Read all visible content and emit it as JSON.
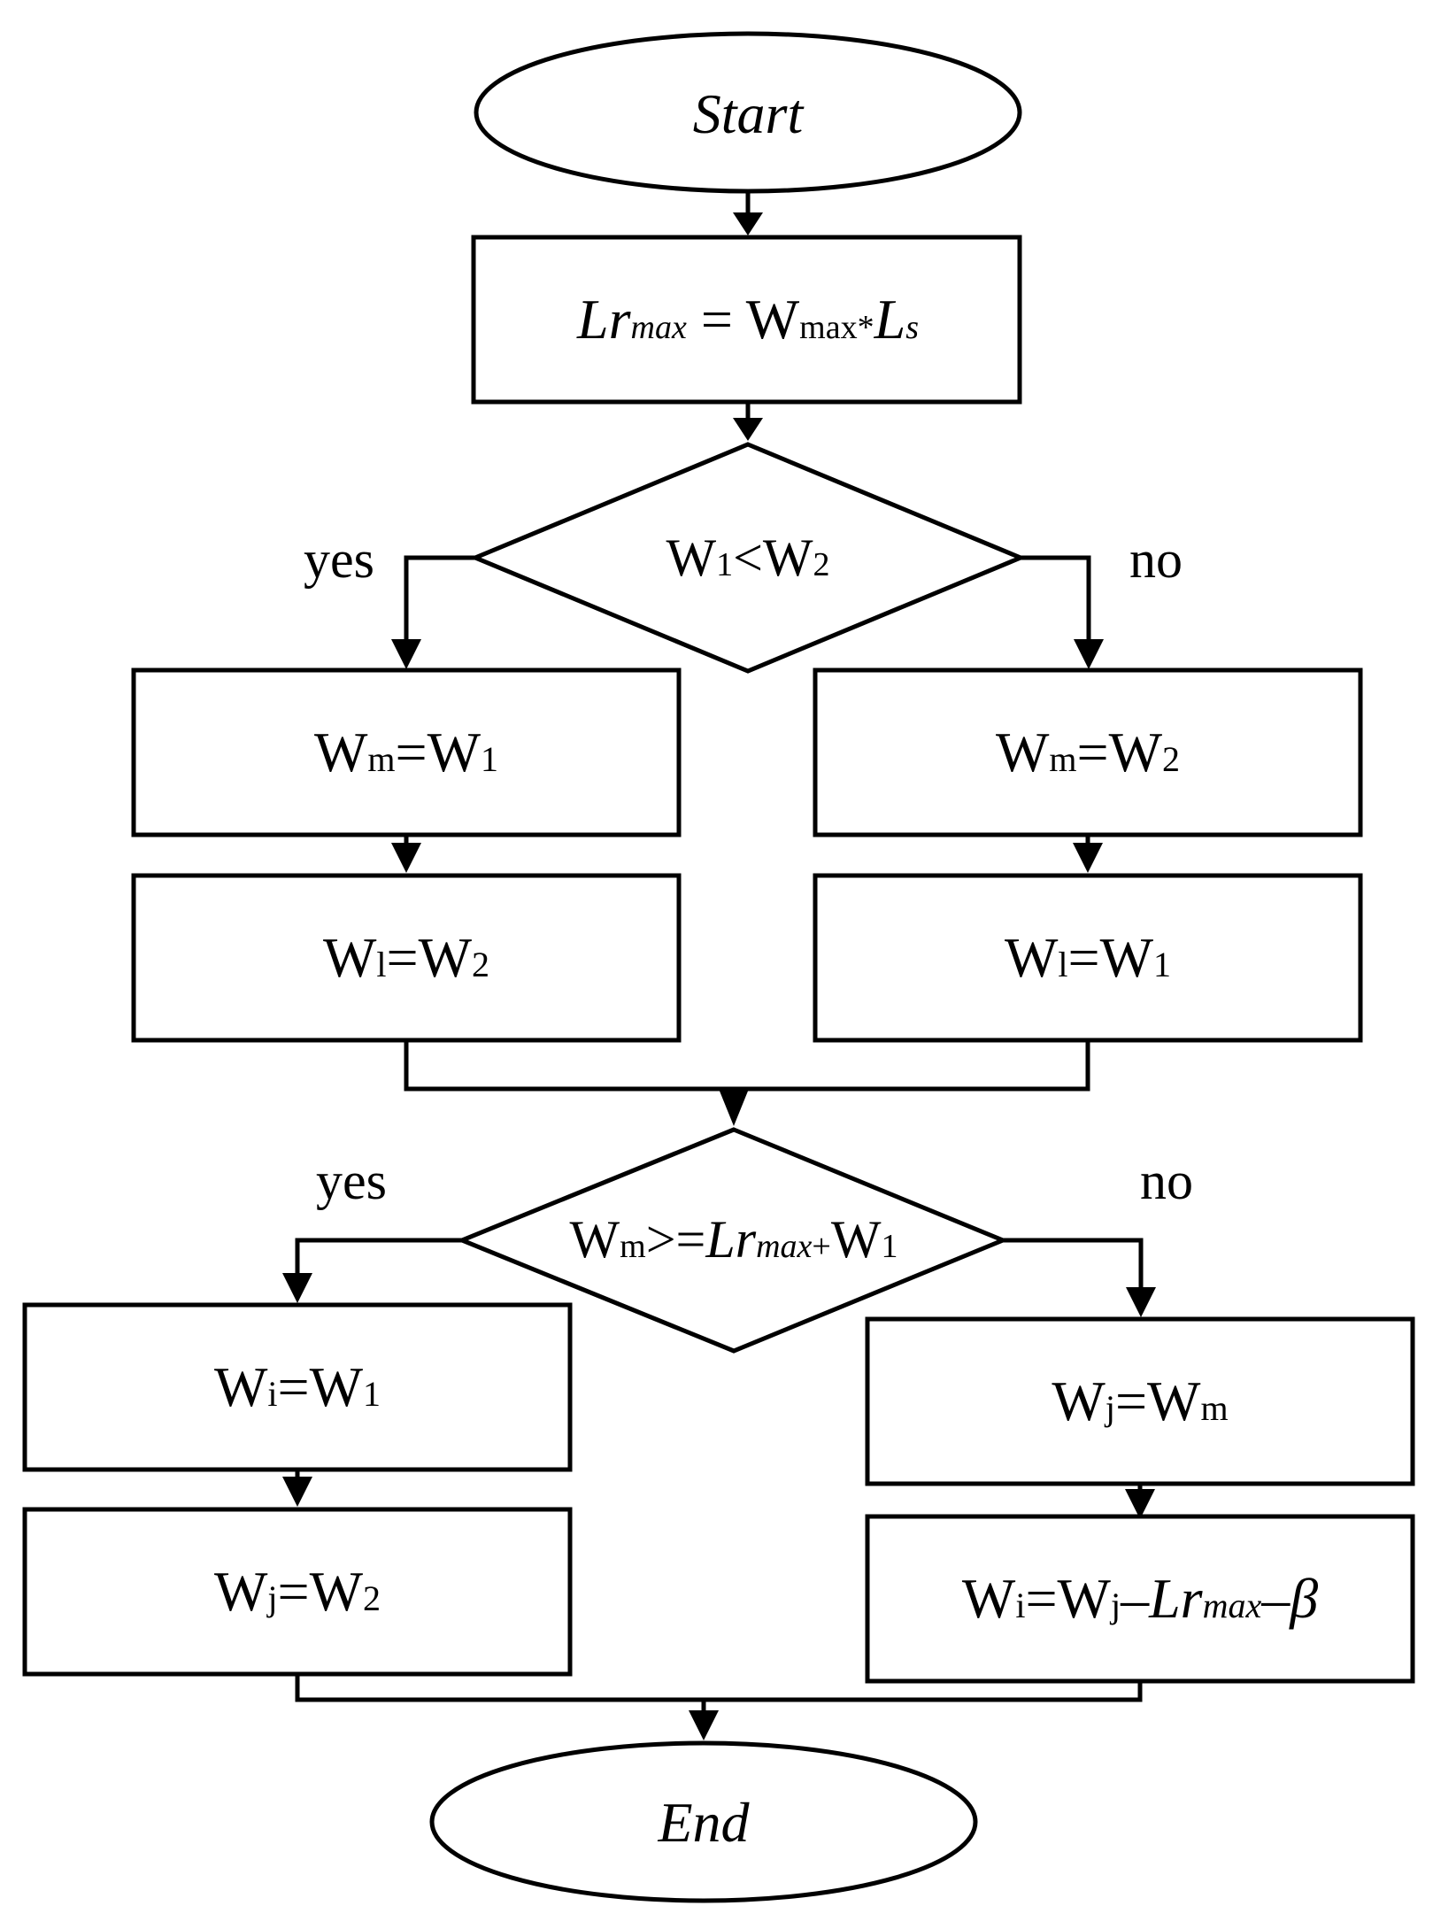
{
  "flowchart": {
    "start": {
      "text": "Start"
    },
    "lr_max": {
      "Lr": "Lr",
      "max": "max",
      "eq": " = W",
      "max2": "max",
      "op": "*",
      "L": "L",
      "s": "s"
    },
    "decision1": {
      "W": "W",
      "s1": "1",
      "lt": "<W",
      "s2": "2"
    },
    "yes1": "yes",
    "no1": "no",
    "box_wm_w1": {
      "W": "W",
      "m": "m",
      "eq": "=W",
      "n": "1"
    },
    "box_wl_w2": {
      "W": "W",
      "l": "l",
      "eq": "=W",
      "n": "2"
    },
    "box_wm_w2": {
      "W": "W",
      "m": "m",
      "eq": "=W",
      "n": "2"
    },
    "box_wl_w1": {
      "W": "W",
      "l": "l",
      "eq": "=W",
      "n": "1"
    },
    "decision2": {
      "W": "W",
      "m": "m",
      "ge": ">=",
      "Lr": "Lr",
      "max": "max",
      "plus": "+",
      "W2": "W",
      "n": "1"
    },
    "yes2": "yes",
    "no2": "no",
    "box_wi_w1": {
      "W": "W",
      "i": "i",
      "eq": "=W",
      "n": "1"
    },
    "box_wj_w2": {
      "W": "W",
      "j": "j",
      "eq": "=W",
      "n": "2"
    },
    "box_wj_wm": {
      "W": "W",
      "j": "j",
      "eq": "=W",
      "m": "m"
    },
    "box_wi_calc": {
      "W": "W",
      "i": "i",
      "eq": "=W",
      "j": "j",
      "minus1": "–",
      "Lr": "Lr",
      "max": "max",
      "minus2": "–",
      "beta": "β"
    },
    "end": {
      "text": "End"
    }
  }
}
